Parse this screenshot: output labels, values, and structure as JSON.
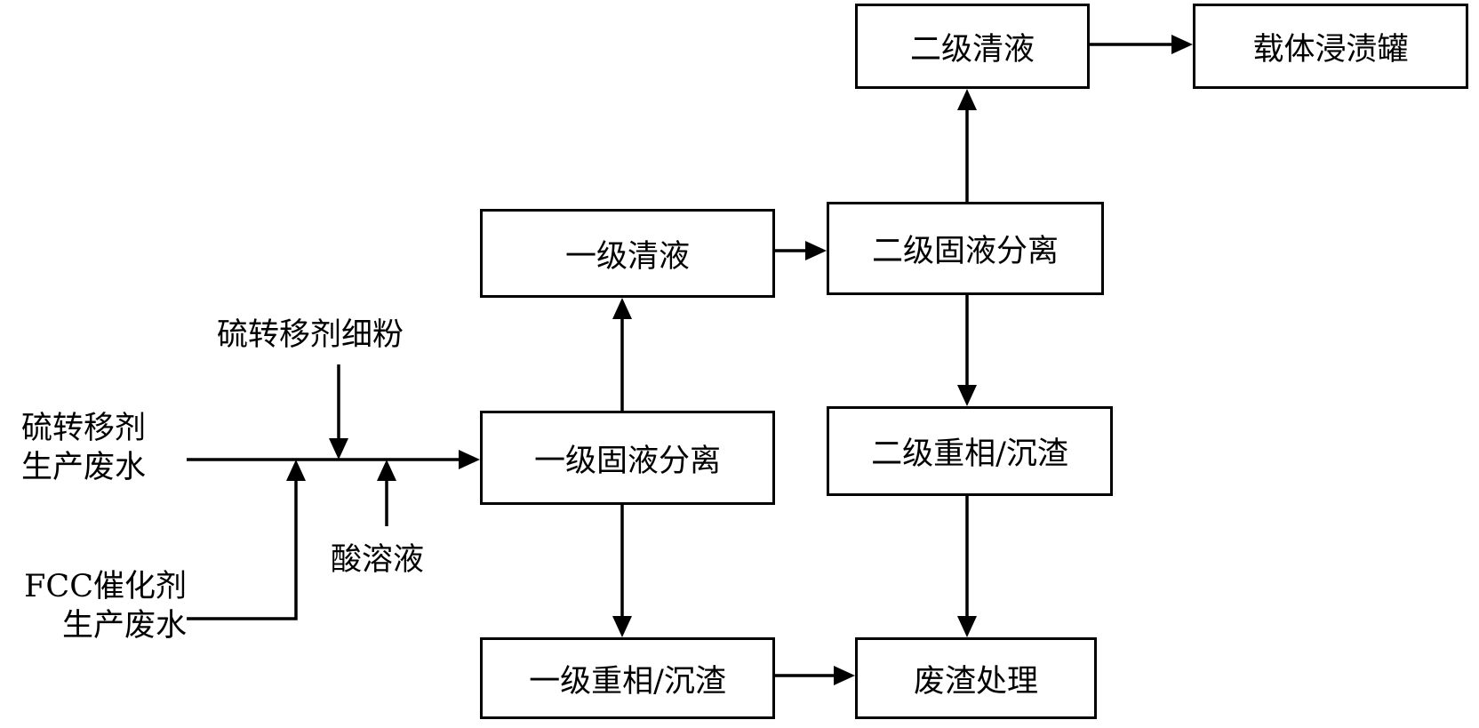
{
  "nodes": {
    "secondary_clear_liquid": "二级清液",
    "carrier_impregnation_tank": "载体浸渍罐",
    "primary_clear_liquid": "一级清液",
    "secondary_solid_liquid_separation": "二级固液分离",
    "secondary_heavy_phase_sludge": "二级重相/沉渣",
    "primary_solid_liquid_separation": "一级固液分离",
    "primary_heavy_phase_sludge": "一级重相/沉渣",
    "waste_residue_treatment": "废渣处理"
  },
  "inputs": {
    "sulfur_transfer_fines": "硫转移剂细粉",
    "sulfur_transfer_wastewater_line1": "硫转移剂",
    "sulfur_transfer_wastewater_line2": "生产废水",
    "acid_solution": "酸溶液",
    "fcc_wastewater_line1": "FCC催化剂",
    "fcc_wastewater_line2": "生产废水"
  }
}
